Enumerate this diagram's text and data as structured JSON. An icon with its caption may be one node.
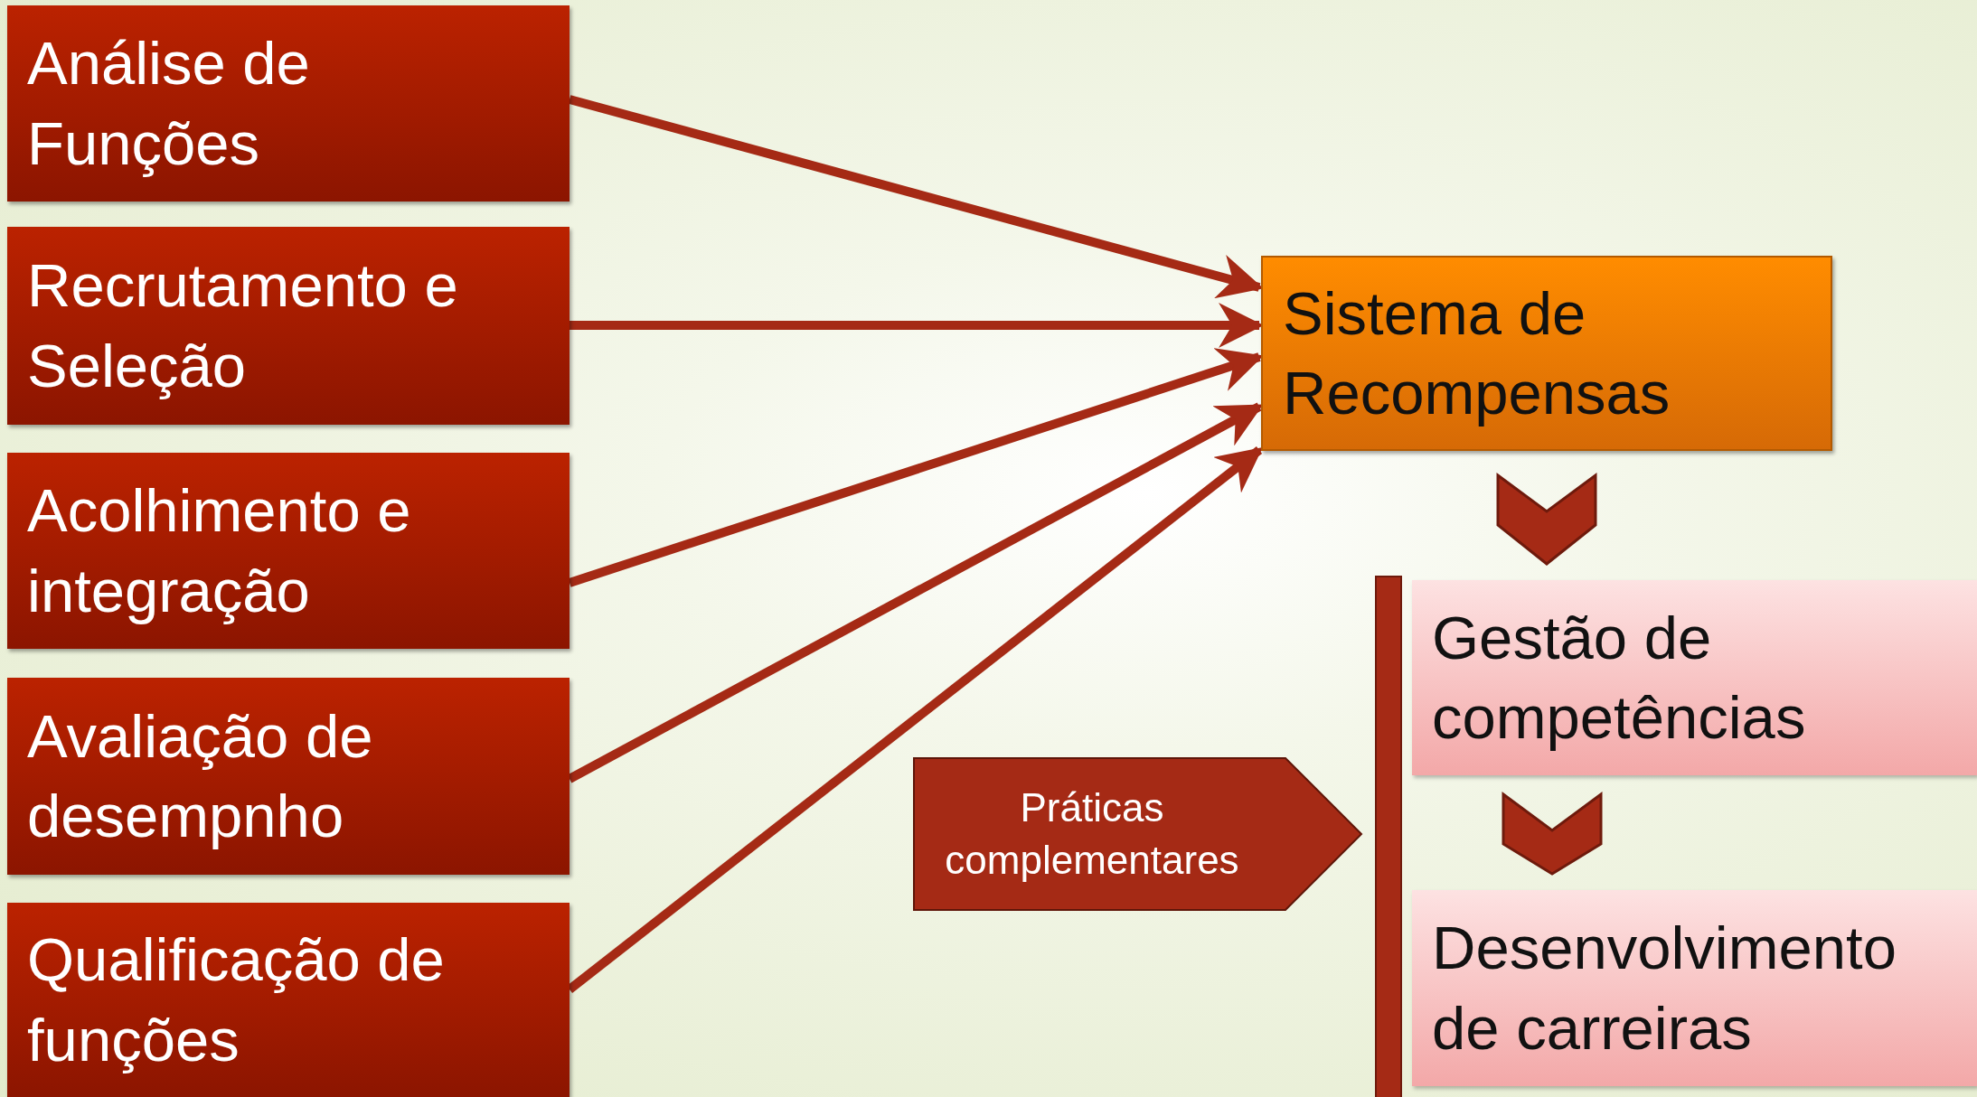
{
  "diagram": {
    "nodes": [
      {
        "text": [
          "Análise de Funções"
        ]
      },
      {
        "text": [
          "Recrutamento e Seleção"
        ]
      },
      {
        "text": [
          "Acolhimento e integração"
        ]
      },
      {
        "text": [
          "Avaliação de desempnho"
        ]
      },
      {
        "text": [
          "Qualificação de funções"
        ]
      },
      {
        "text": [
          "Sistema de Recompensas"
        ]
      },
      {
        "text": [
          "Gestão de competências"
        ]
      },
      {
        "text": [
          "Desenvolvimento de carreiras"
        ]
      },
      {
        "text": [
          "Práticas complementares"
        ]
      },
      {
        "text": [],
        "shape": "bar"
      }
    ],
    "edges": [
      {
        "from": 0,
        "to": 5,
        "arrow": "to"
      },
      {
        "from": 1,
        "to": 5,
        "arrow": "to"
      },
      {
        "from": 2,
        "to": 5,
        "arrow": "to"
      },
      {
        "from": 3,
        "to": 5,
        "arrow": "to"
      },
      {
        "from": 4,
        "to": 5,
        "arrow": "to"
      },
      {
        "from": 5,
        "to": 6,
        "arrow": "to",
        "style": "thick"
      },
      {
        "from": 6,
        "to": 7,
        "arrow": "to",
        "style": "thick"
      }
    ]
  }
}
